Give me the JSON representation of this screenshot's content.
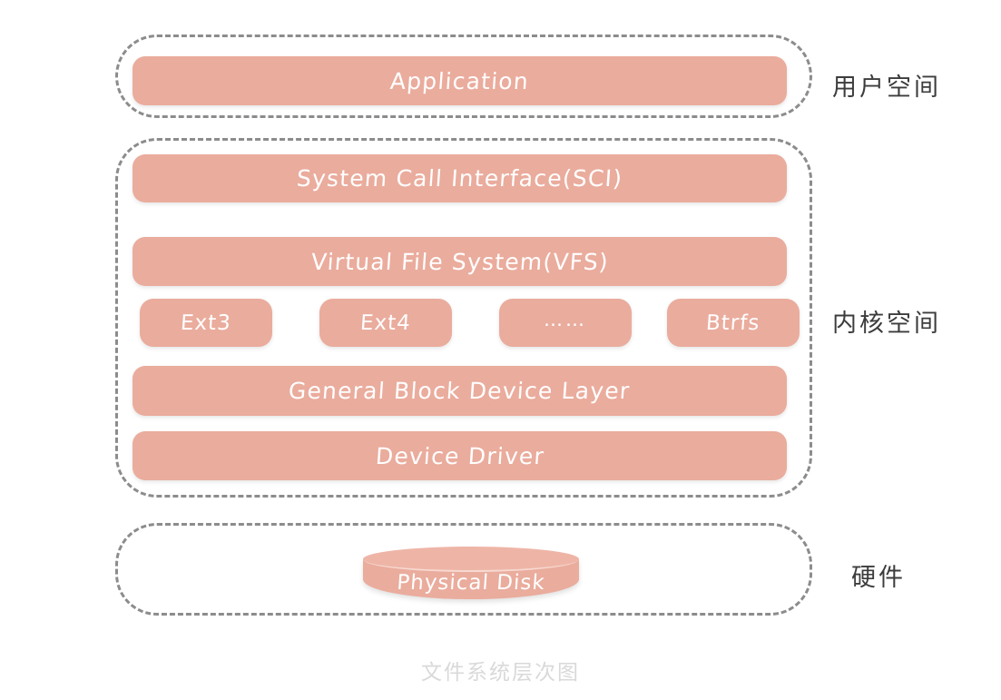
{
  "diagram": {
    "caption": "文件系统层次图",
    "accent_color": "#eaac9d",
    "border_color": "#8c8c8c",
    "text_color": "#ffffff",
    "caption_color": "#d9d9d9",
    "background": "#ffffff"
  },
  "zones": [
    {
      "id": "user",
      "label": "用户空间"
    },
    {
      "id": "kernel",
      "label": "内核空间"
    },
    {
      "id": "hardware",
      "label": "硬件"
    }
  ],
  "user_space": {
    "bars": [
      {
        "label": "Application"
      }
    ]
  },
  "kernel_space": {
    "bars": [
      {
        "label": "System Call Interface(SCI)"
      },
      {
        "label": "Virtual File System(VFS)"
      },
      {
        "label": "General Block Device Layer"
      },
      {
        "label": "Device Driver"
      }
    ],
    "filesystems": [
      {
        "label": "Ext3"
      },
      {
        "label": "Ext4"
      },
      {
        "label": "……"
      },
      {
        "label": "Btrfs"
      }
    ]
  },
  "hardware": {
    "disk": {
      "label": "Physical Disk",
      "shape": "cylinder"
    }
  }
}
